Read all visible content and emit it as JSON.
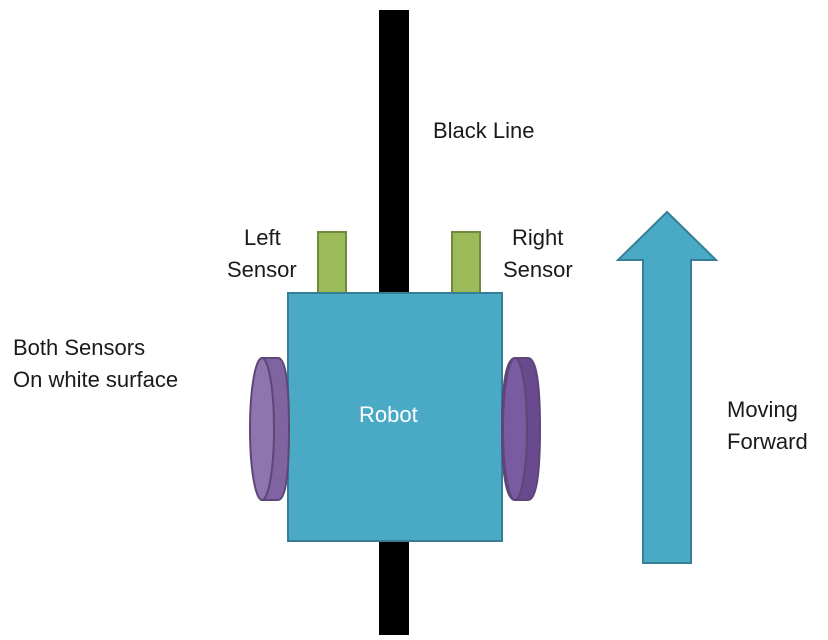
{
  "labels": {
    "black_line": "Black Line",
    "left_sensor": [
      "Left",
      "Sensor"
    ],
    "right_sensor": [
      "Right",
      "Sensor"
    ],
    "both_sensors": [
      "Both Sensors",
      "On white surface"
    ],
    "robot": "Robot",
    "moving": [
      "Moving",
      "Forward"
    ]
  },
  "colors": {
    "line": "#000000",
    "robot_fill": "#4aaac6",
    "robot_stroke": "#357e95",
    "sensor_fill": "#9bbb59",
    "sensor_stroke": "#71893f",
    "wheel_left_fill": "#8064a2",
    "wheel_right_fill": "#6a4a8e",
    "wheel_stroke": "#5c4776",
    "arrow_fill": "#4aaac6",
    "arrow_stroke": "#357e95"
  }
}
